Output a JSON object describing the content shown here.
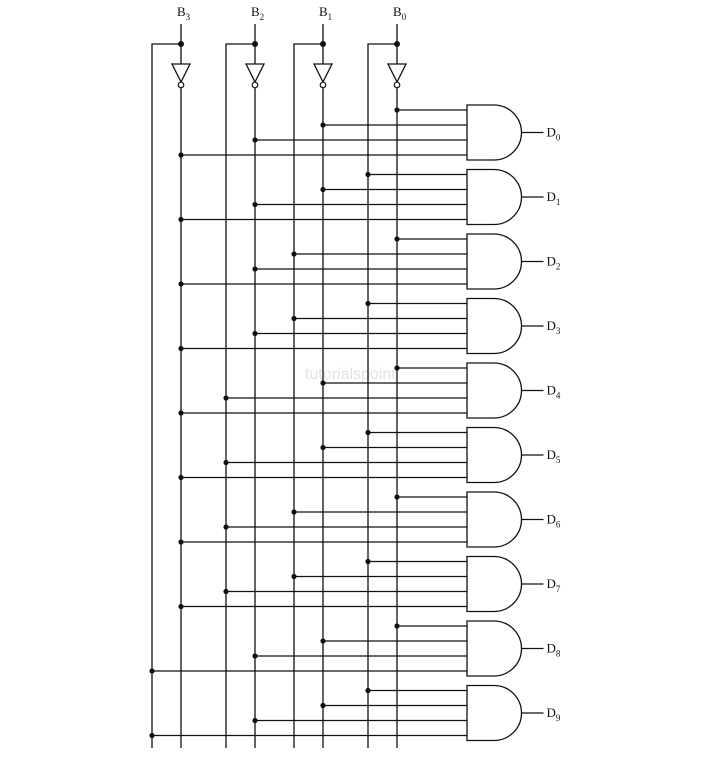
{
  "inputs": [
    {
      "name": "B",
      "sub": "3"
    },
    {
      "name": "B",
      "sub": "2"
    },
    {
      "name": "B",
      "sub": "1"
    },
    {
      "name": "B",
      "sub": "0"
    }
  ],
  "outputs": [
    {
      "name": "D",
      "sub": "0",
      "terms": [
        0,
        0,
        0,
        0
      ]
    },
    {
      "name": "D",
      "sub": "1",
      "terms": [
        0,
        0,
        0,
        1
      ]
    },
    {
      "name": "D",
      "sub": "2",
      "terms": [
        0,
        0,
        1,
        0
      ]
    },
    {
      "name": "D",
      "sub": "3",
      "terms": [
        0,
        0,
        1,
        1
      ]
    },
    {
      "name": "D",
      "sub": "4",
      "terms": [
        0,
        1,
        0,
        0
      ]
    },
    {
      "name": "D",
      "sub": "5",
      "terms": [
        0,
        1,
        0,
        1
      ]
    },
    {
      "name": "D",
      "sub": "6",
      "terms": [
        0,
        1,
        1,
        0
      ]
    },
    {
      "name": "D",
      "sub": "7",
      "terms": [
        0,
        1,
        1,
        1
      ]
    },
    {
      "name": "D",
      "sub": "8",
      "terms": [
        1,
        0,
        0,
        0
      ]
    },
    {
      "name": "D",
      "sub": "9",
      "terms": [
        1,
        0,
        0,
        1
      ]
    }
  ],
  "watermark": "tutorialspoint",
  "colors": {
    "line": "#111111",
    "watermark": "#dde8dd"
  }
}
